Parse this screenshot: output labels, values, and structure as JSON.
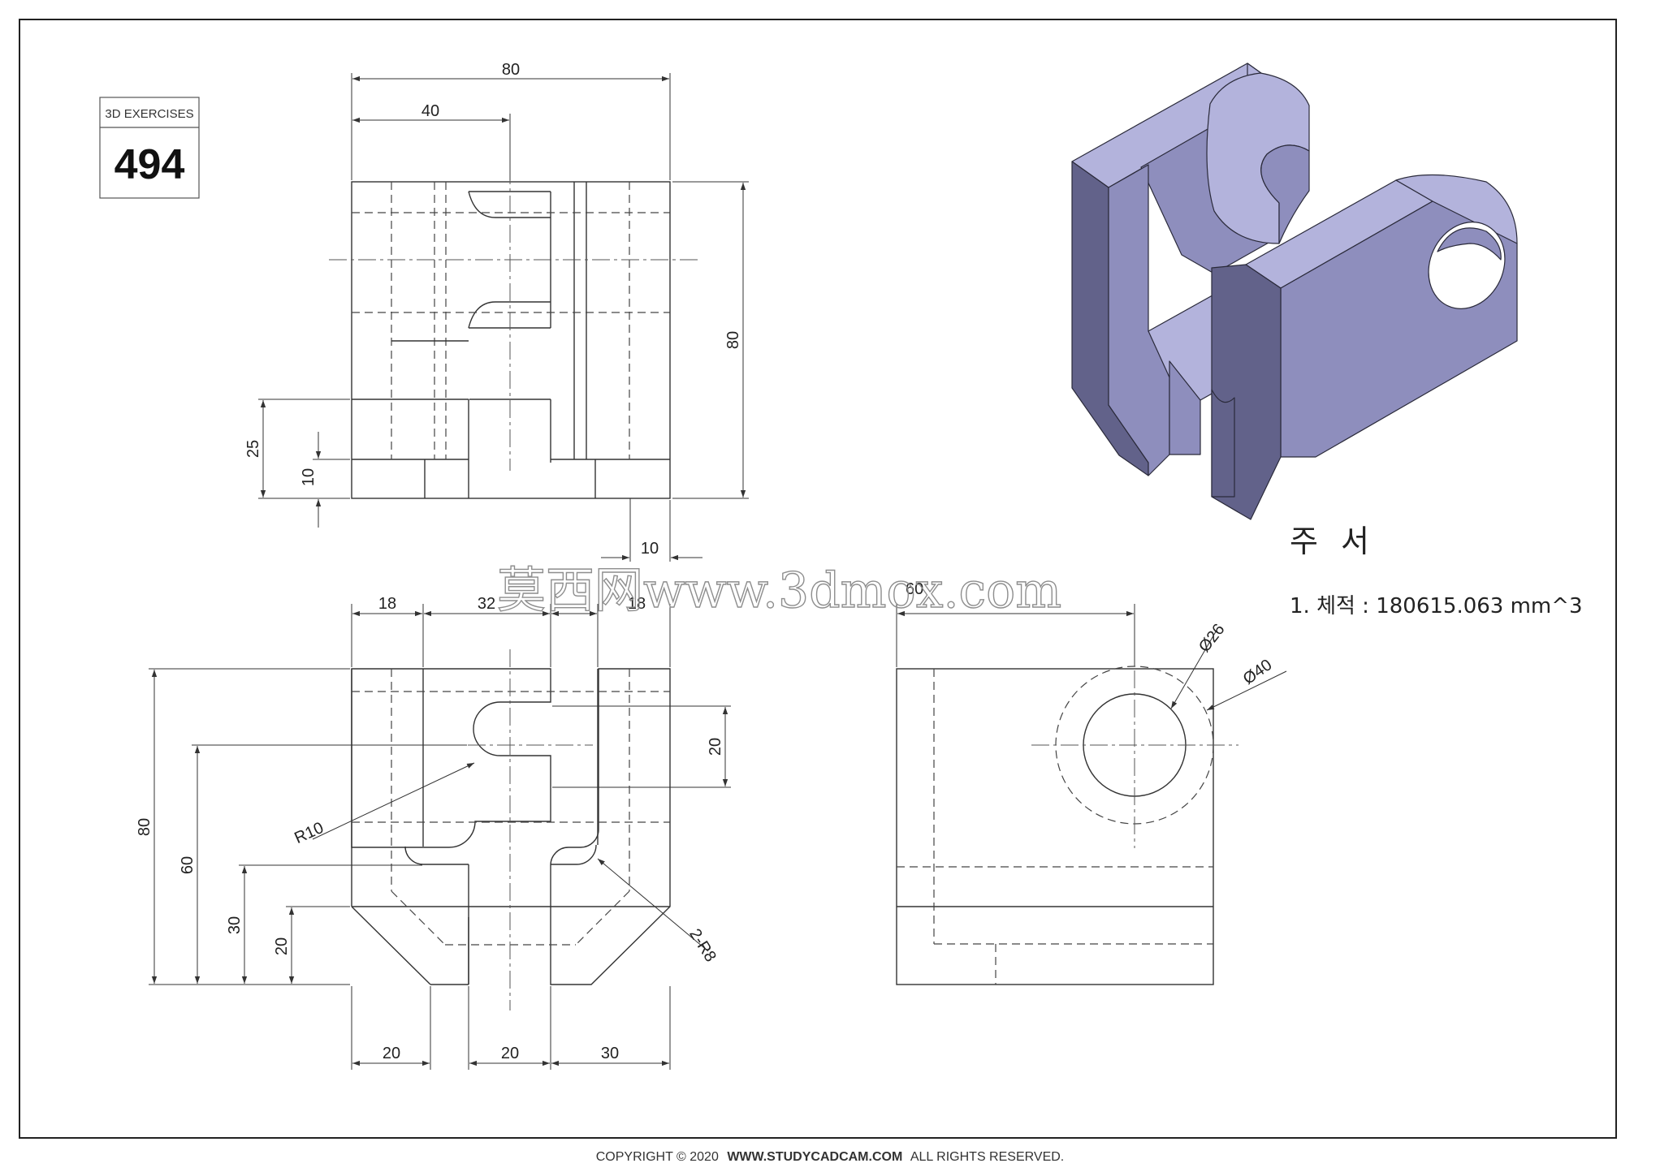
{
  "badge": {
    "caption": "3D EXERCISES",
    "number": "494"
  },
  "notes": {
    "heading": "주 서",
    "item": "1. 체적 : 180615.063 mm^3"
  },
  "watermark": "莫西网www.3dmox.com",
  "footer": {
    "prefix": "COPYRIGHT © 2020",
    "site": "WWW.STUDYCADCAM.COM",
    "suffix": "ALL RIGHTS RESERVED."
  },
  "colors": {
    "model_light": "#b3b3dc",
    "model_mid": "#8e8ebd",
    "model_dark": "#62628a",
    "ink": "#333333"
  },
  "dimensions": {
    "top_view": {
      "overall_width": "80",
      "half_width": "40",
      "depth": "80",
      "step_height": "25",
      "step_inner": "10",
      "offset": "10"
    },
    "front_view": {
      "left_segment": "18",
      "middle_segment": "32",
      "right_segment": "18",
      "slot_width": "20",
      "slot_radius": "R10",
      "fillet": "2-R8",
      "height": "80",
      "level_60": "60",
      "level_30": "30",
      "level_20": "20",
      "bottom_left": "20",
      "bottom_middle": "20",
      "bottom_right": "30"
    },
    "side_view": {
      "width": "60",
      "inner_diameter": "Ø26",
      "outer_diameter": "Ø40"
    }
  }
}
